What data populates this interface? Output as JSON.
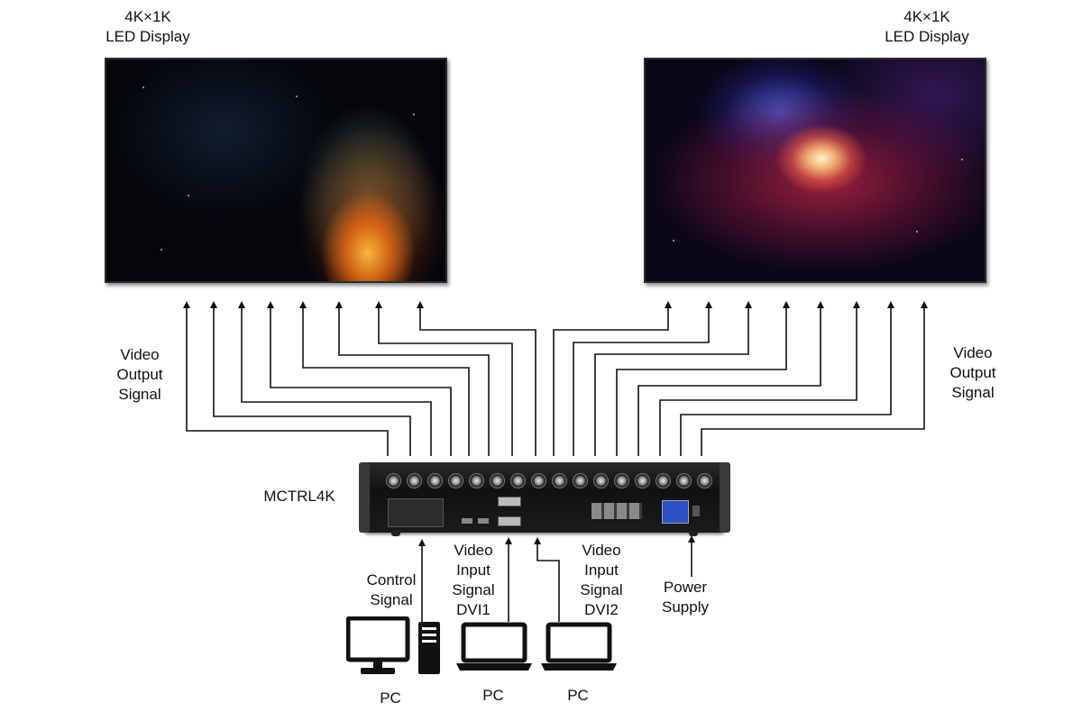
{
  "displays": {
    "left": {
      "resolution": "4K×1K",
      "name": "LED Display"
    },
    "right": {
      "resolution": "4K×1K",
      "name": "LED Display"
    }
  },
  "signal_labels": {
    "video_output_left": [
      "Video",
      "Output",
      "Signal"
    ],
    "video_output_right": [
      "Video",
      "Output",
      "Signal"
    ],
    "control": [
      "Control",
      "Signal"
    ],
    "video_input_dvi1": [
      "Video",
      "Input",
      "Signal",
      "DVI1"
    ],
    "video_input_dvi2": [
      "Video",
      "Input",
      "Signal",
      "DVI2"
    ],
    "power": [
      "Power",
      "Supply"
    ]
  },
  "device": {
    "name": "MCTRL4K"
  },
  "computers": {
    "pc1": "PC",
    "pc2": "PC",
    "pc3": "PC"
  },
  "colors": {
    "wire": "#111111",
    "screen_border": "#2b2b2b",
    "device_body": "#1b1b1b"
  },
  "icons": [
    "arrow-up-icon",
    "desktop-monitor-icon",
    "tower-pc-icon",
    "laptop-icon"
  ]
}
